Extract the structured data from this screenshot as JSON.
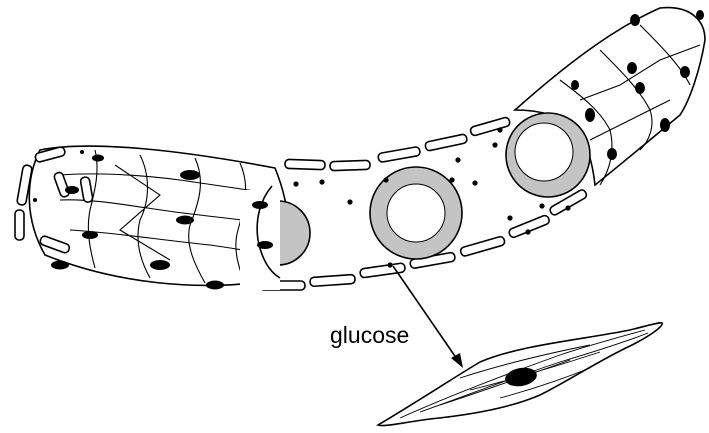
{
  "labels": {
    "glucose": "glucose"
  },
  "colors": {
    "outline": "#000000",
    "cell_fill": "#ffffff",
    "membrane_ring": "#c4c4c4",
    "nucleus": "#000000"
  },
  "parts": {
    "vessel": "capillary-wall-endothelial-cells",
    "blood_cells": "red-blood-cells",
    "glucose_particles": "glucose-dots",
    "target_cell": "muscle-cell"
  }
}
